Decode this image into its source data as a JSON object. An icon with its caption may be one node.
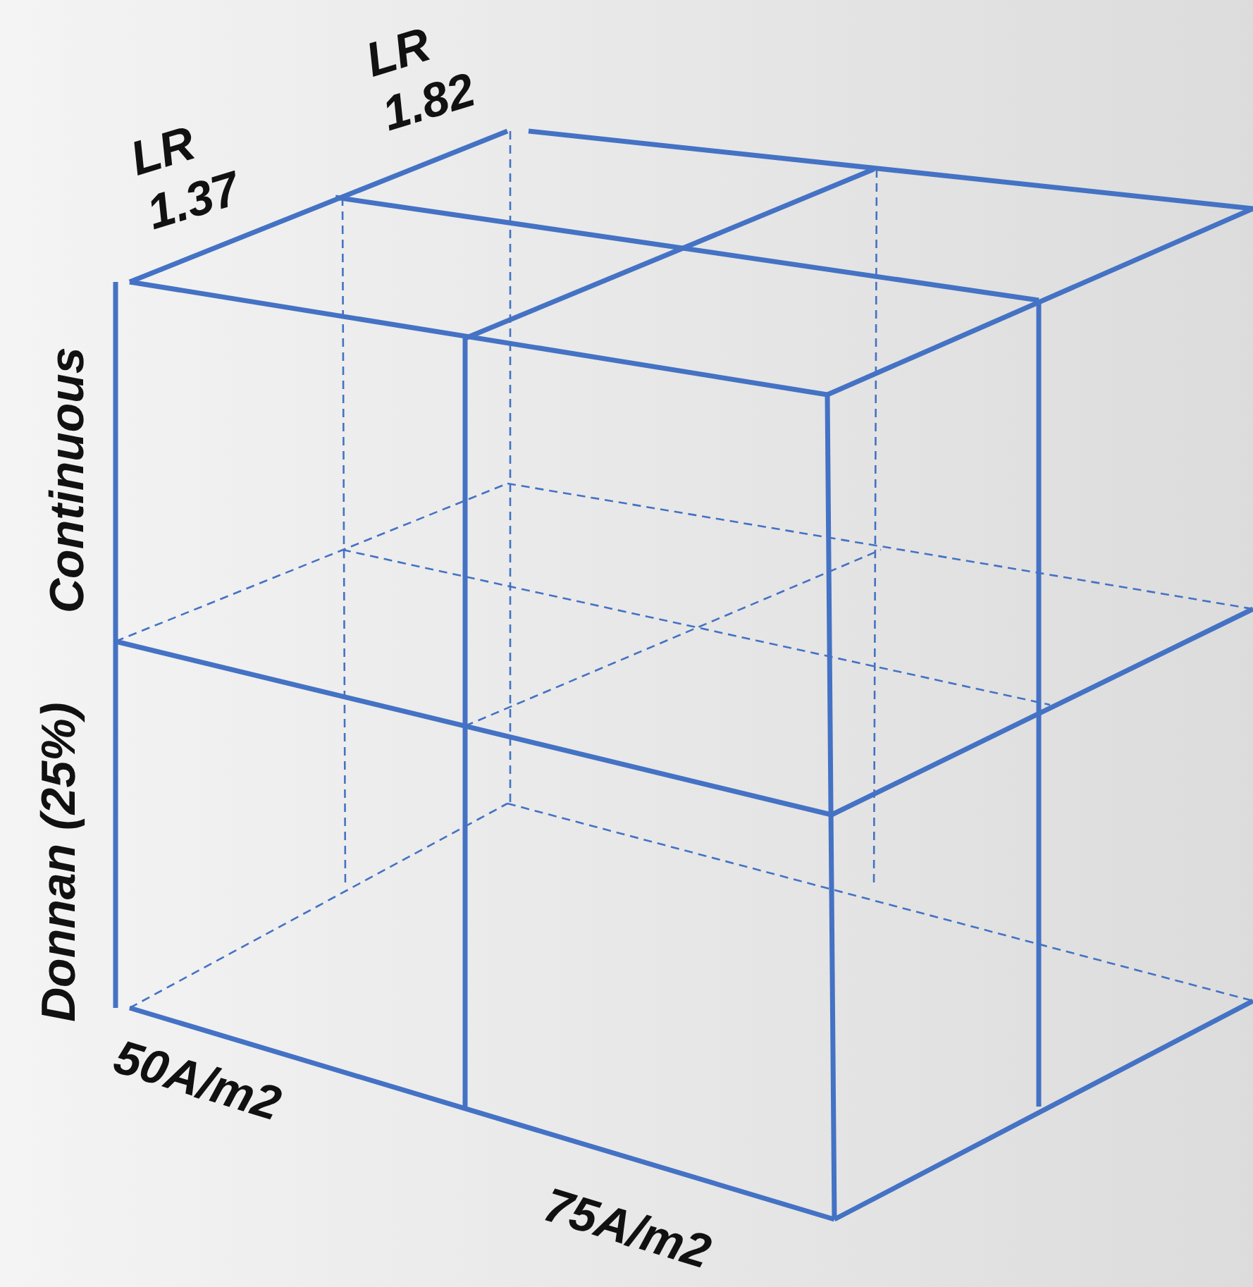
{
  "diagram": {
    "labels": [
      "LR 1.37",
      "LR 1.82",
      "Continuous",
      "Donnan (25%)",
      "50A/m2",
      "75A/m2"
    ]
  }
}
